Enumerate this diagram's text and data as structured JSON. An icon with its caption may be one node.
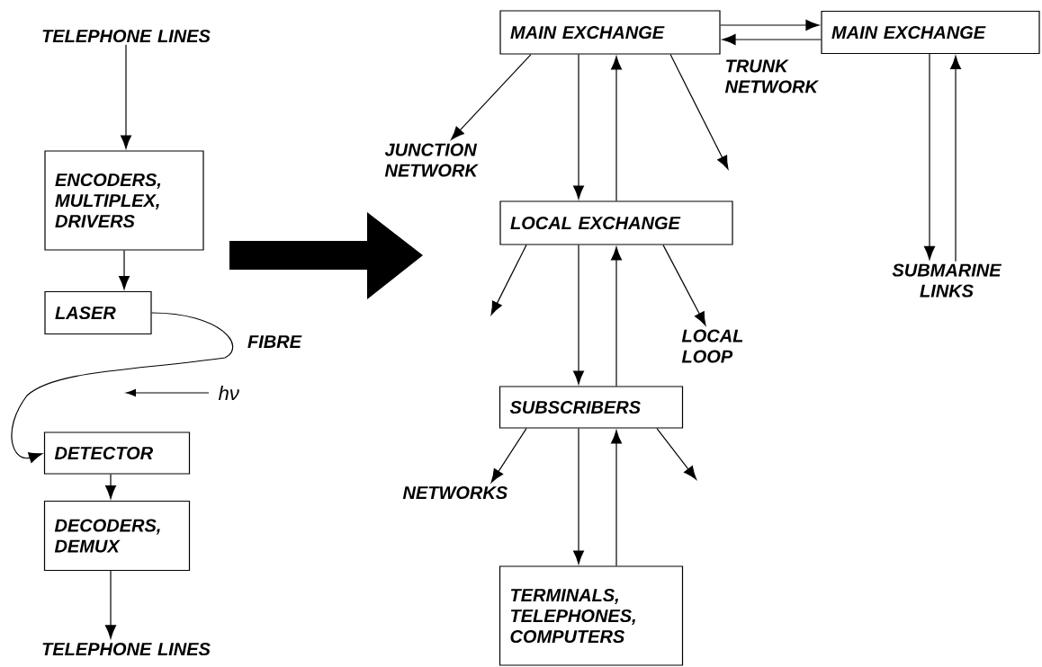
{
  "diagram": {
    "nodes": [
      {
        "text": [
          "TELEPHONE LINES"
        ]
      },
      {
        "text": [
          "ENCODERS, MULTIPLEX, DRIVERS"
        ]
      },
      {
        "text": [
          "LASER"
        ]
      },
      {
        "text": [
          "DETECTOR"
        ]
      },
      {
        "text": [
          "DECODERS, DEMUX"
        ]
      },
      {
        "text": [
          "TELEPHONE LINES"
        ]
      },
      {
        "text": [
          "MAIN EXCHANGE"
        ]
      },
      {
        "text": [
          "MAIN EXCHANGE"
        ]
      },
      {
        "text": [
          "JUNCTION NETWORK"
        ]
      },
      {
        "text": [
          "LOCAL EXCHANGE"
        ]
      },
      {
        "text": [
          "SUBMARINE LINKS"
        ]
      },
      {
        "text": [
          "LOCAL LOOP"
        ]
      },
      {
        "text": [
          "SUBSCRIBERS"
        ]
      },
      {
        "text": [
          "NETWORKS"
        ]
      },
      {
        "text": [
          "TERMINALS, TELEPHONES, COMPUTERS"
        ]
      }
    ],
    "edges": [
      {
        "from": 0,
        "to": 1,
        "arrow": "to"
      },
      {
        "from": 1,
        "to": 2,
        "arrow": "to"
      },
      {
        "from": 2,
        "to": 3,
        "arrow": "to",
        "label": "FIBRE"
      },
      {
        "from": 3,
        "to": 4,
        "arrow": "to"
      },
      {
        "from": 4,
        "to": 5,
        "arrow": "to"
      },
      {
        "from": 6,
        "to": 7,
        "arrow": "to"
      },
      {
        "from": 7,
        "to": 6,
        "arrow": "to"
      },
      {
        "from": 6,
        "to": 8,
        "arrow": "to"
      },
      {
        "from": 6,
        "to": 9,
        "arrow": "to"
      },
      {
        "from": 9,
        "to": 6,
        "arrow": "to"
      },
      {
        "from": 6,
        "to": null,
        "arrow": "to"
      },
      {
        "from": 7,
        "to": 10,
        "arrow": "to"
      },
      {
        "from": 10,
        "to": 7,
        "arrow": "to"
      },
      {
        "from": 9,
        "to": null,
        "arrow": "to"
      },
      {
        "from": 9,
        "to": 11,
        "arrow": "to"
      },
      {
        "from": 9,
        "to": 12,
        "arrow": "to"
      },
      {
        "from": 12,
        "to": 9,
        "arrow": "to"
      },
      {
        "from": 12,
        "to": 13,
        "arrow": "to"
      },
      {
        "from": 12,
        "to": null,
        "arrow": "to"
      },
      {
        "from": 12,
        "to": 14,
        "arrow": "to"
      },
      {
        "from": 14,
        "to": 12,
        "arrow": "to"
      }
    ],
    "labels": [
      "TRUNK NETWORK",
      "hν"
    ]
  }
}
